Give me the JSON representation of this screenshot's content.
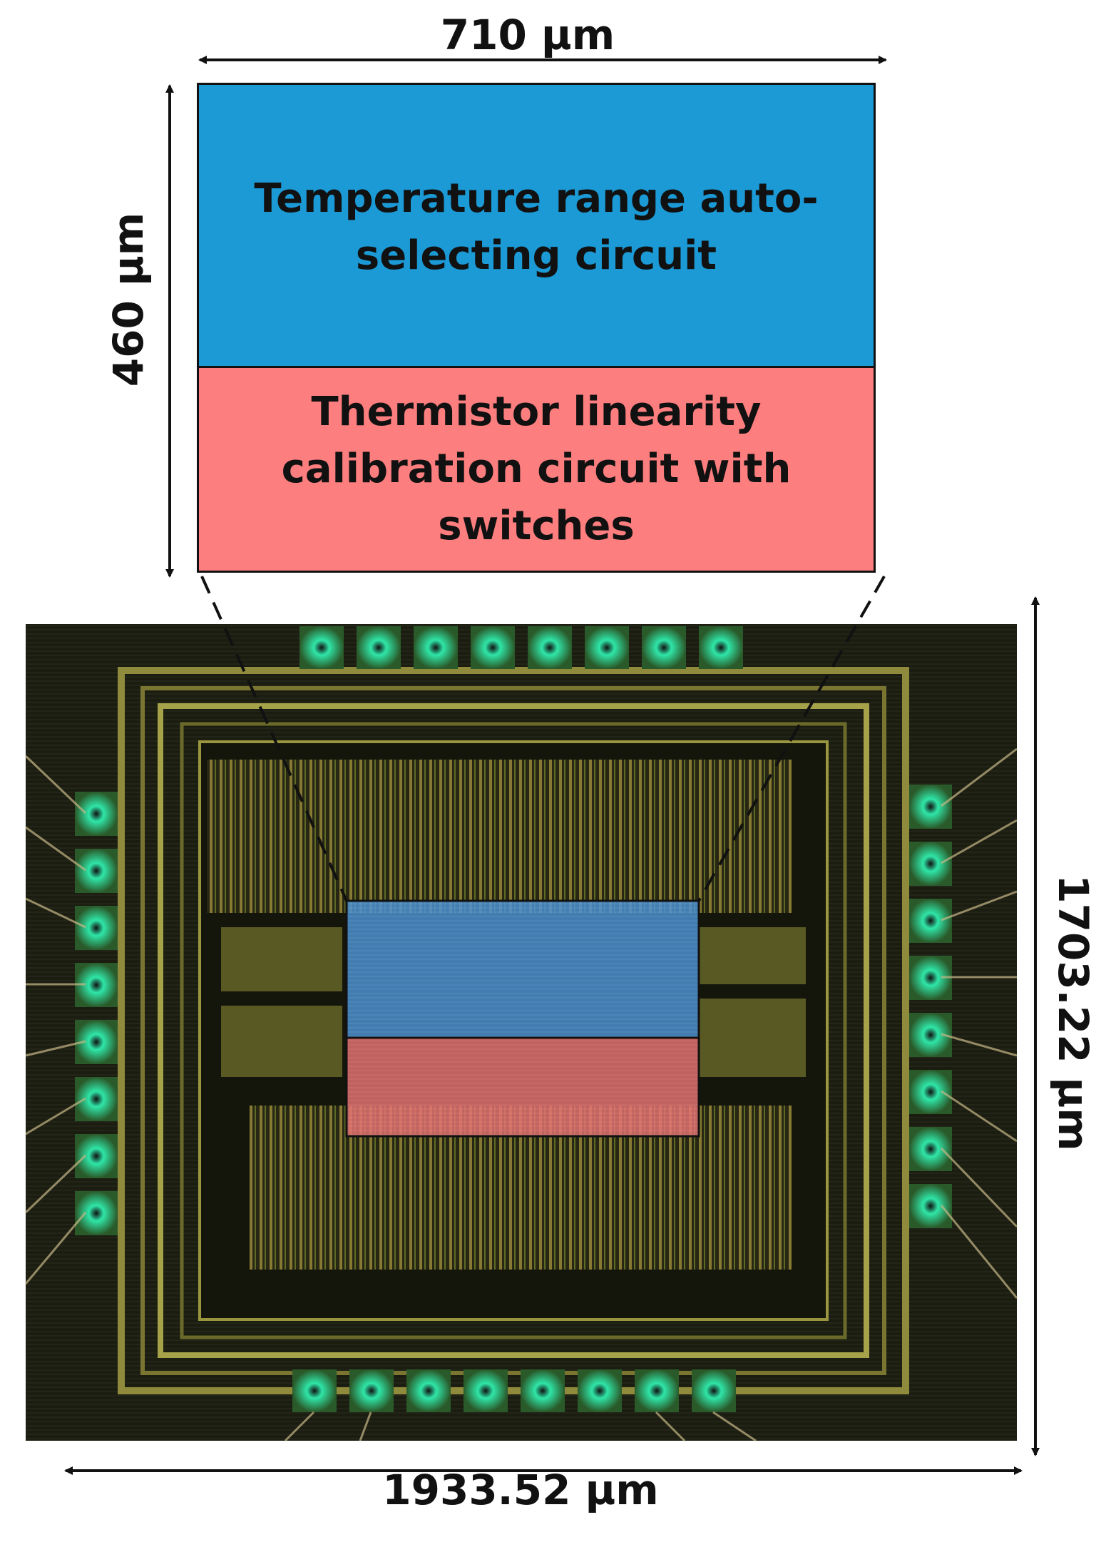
{
  "dimensions": {
    "top_width": "710 µm",
    "left_height": "460 µm",
    "bottom_width": "1933.52 µm",
    "right_height": "1703.22 µm"
  },
  "blocks": {
    "temperature": {
      "label": "Temperature range auto-selecting circuit",
      "color": "#1b9ad6"
    },
    "thermistor": {
      "label": "Thermistor linearity calibration circuit with switches",
      "color": "#fd7e7e"
    }
  },
  "die_photo": {
    "colors": {
      "background": "#1a1d10",
      "metal": "#a6a24a",
      "pad": "#3ef0b0",
      "overlay_blue": "#4a8fd0",
      "overlay_red": "#e07070"
    }
  }
}
